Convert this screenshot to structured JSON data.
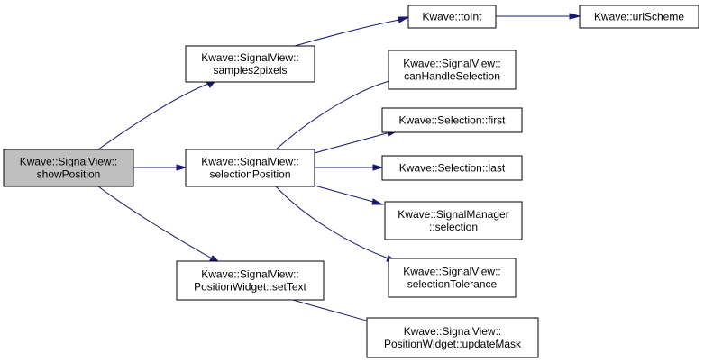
{
  "colors": {
    "edge": "#191970",
    "node_border": "#000000",
    "node_fill": "#ffffff",
    "highlight_fill": "#bfbfbf"
  },
  "nodes": {
    "show_position": [
      "Kwave::SignalView::",
      "showPosition"
    ],
    "samples2pixels": [
      "Kwave::SignalView::",
      "samples2pixels"
    ],
    "selection_position": [
      "Kwave::SignalView::",
      "selectionPosition"
    ],
    "set_text": [
      "Kwave::SignalView::",
      "PositionWidget::setText"
    ],
    "to_int": [
      "Kwave::toInt"
    ],
    "url_scheme": [
      "Kwave::urlScheme"
    ],
    "can_handle_selection": [
      "Kwave::SignalView::",
      "canHandleSelection"
    ],
    "selection_first": [
      "Kwave::Selection::first"
    ],
    "selection_last": [
      "Kwave::Selection::last"
    ],
    "signal_manager_selection": [
      "Kwave::SignalManager",
      "::selection"
    ],
    "selection_tolerance": [
      "Kwave::SignalView::",
      "selectionTolerance"
    ],
    "update_mask": [
      "Kwave::SignalView::",
      "PositionWidget::updateMask"
    ]
  },
  "edges": [
    [
      "show_position",
      "samples2pixels"
    ],
    [
      "show_position",
      "selection_position"
    ],
    [
      "show_position",
      "set_text"
    ],
    [
      "samples2pixels",
      "to_int"
    ],
    [
      "to_int",
      "url_scheme"
    ],
    [
      "selection_position",
      "can_handle_selection"
    ],
    [
      "selection_position",
      "selection_first"
    ],
    [
      "selection_position",
      "selection_last"
    ],
    [
      "selection_position",
      "signal_manager_selection"
    ],
    [
      "selection_position",
      "selection_tolerance"
    ],
    [
      "set_text",
      "update_mask"
    ]
  ]
}
